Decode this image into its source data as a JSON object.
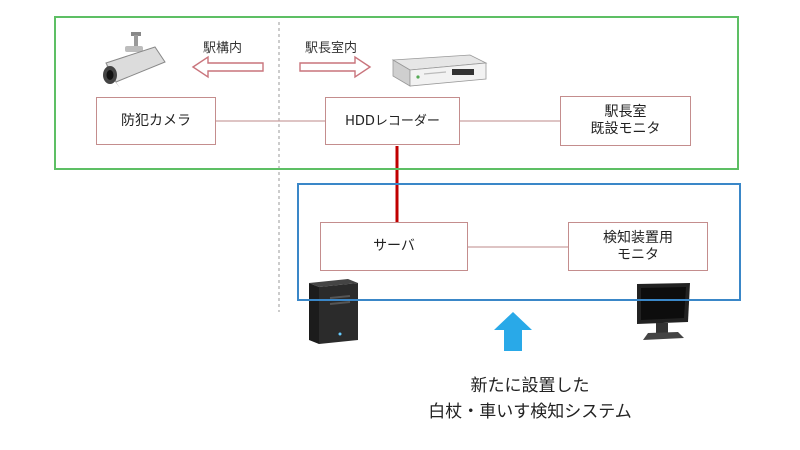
{
  "zones": {
    "left_label": "駅構内",
    "right_label": "駅長室内"
  },
  "boxes": {
    "camera": "防犯カメラ",
    "hdd": "HDDレコーダー",
    "monitor_existing": [
      "駅長室",
      "既設モニタ"
    ],
    "server": "サーバ",
    "monitor_detect": [
      "検知装置用",
      "モニタ"
    ]
  },
  "caption": [
    "新たに設置した",
    "白杖・車いす検知システム"
  ],
  "colors": {
    "existing_frame": "#5dbf64",
    "new_frame": "#3a87c8",
    "box_border": "#c48d8d",
    "link_line": "#c00000",
    "arrow": "#29a9e8"
  },
  "icons": [
    "security-camera-icon",
    "hdd-recorder-icon",
    "server-tower-icon",
    "monitor-icon"
  ]
}
